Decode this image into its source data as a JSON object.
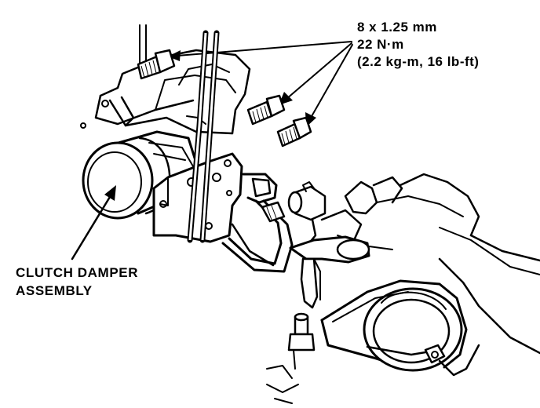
{
  "spec": {
    "line1": "8 x 1.25 mm",
    "line2": "22 N·m",
    "line3": "(2.2 kg-m, 16 lb-ft)"
  },
  "callout": {
    "line1": "CLUTCH DAMPER",
    "line2": "ASSEMBLY"
  },
  "colors": {
    "ink": "#000000",
    "paper": "#ffffff"
  }
}
